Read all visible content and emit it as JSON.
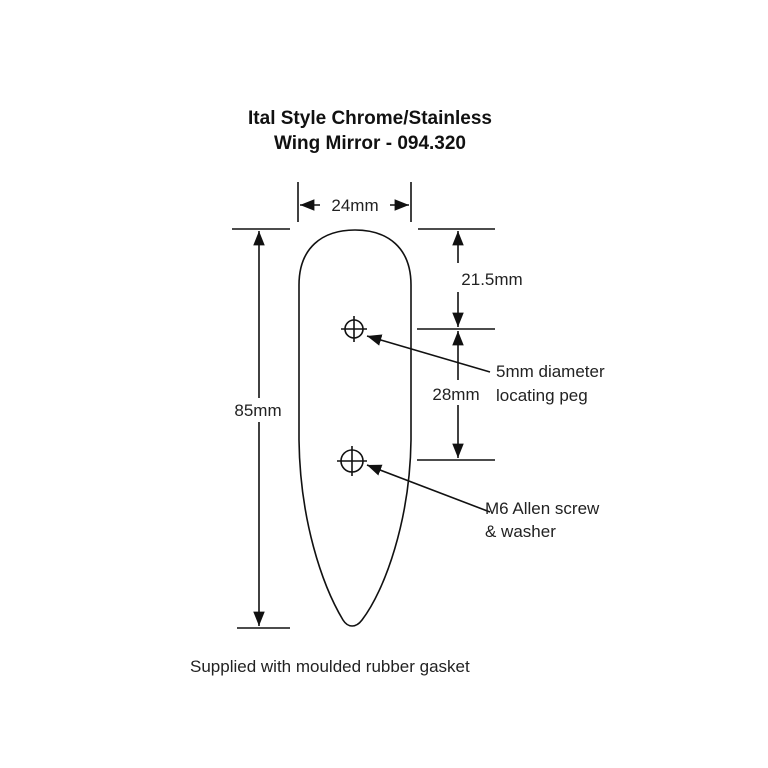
{
  "title": {
    "line1": "Ital Style Chrome/Stainless",
    "line2": "Wing Mirror  - 094.320"
  },
  "dimensions": {
    "width": "24mm",
    "height": "85mm",
    "top_to_peg": "21.5mm",
    "peg_to_screw": "28mm"
  },
  "callouts": {
    "peg_line1": "5mm diameter",
    "peg_line2": "locating peg",
    "screw_line1": "M6 Allen screw",
    "screw_line2": "& washer"
  },
  "caption": "Supplied with moulded rubber gasket"
}
